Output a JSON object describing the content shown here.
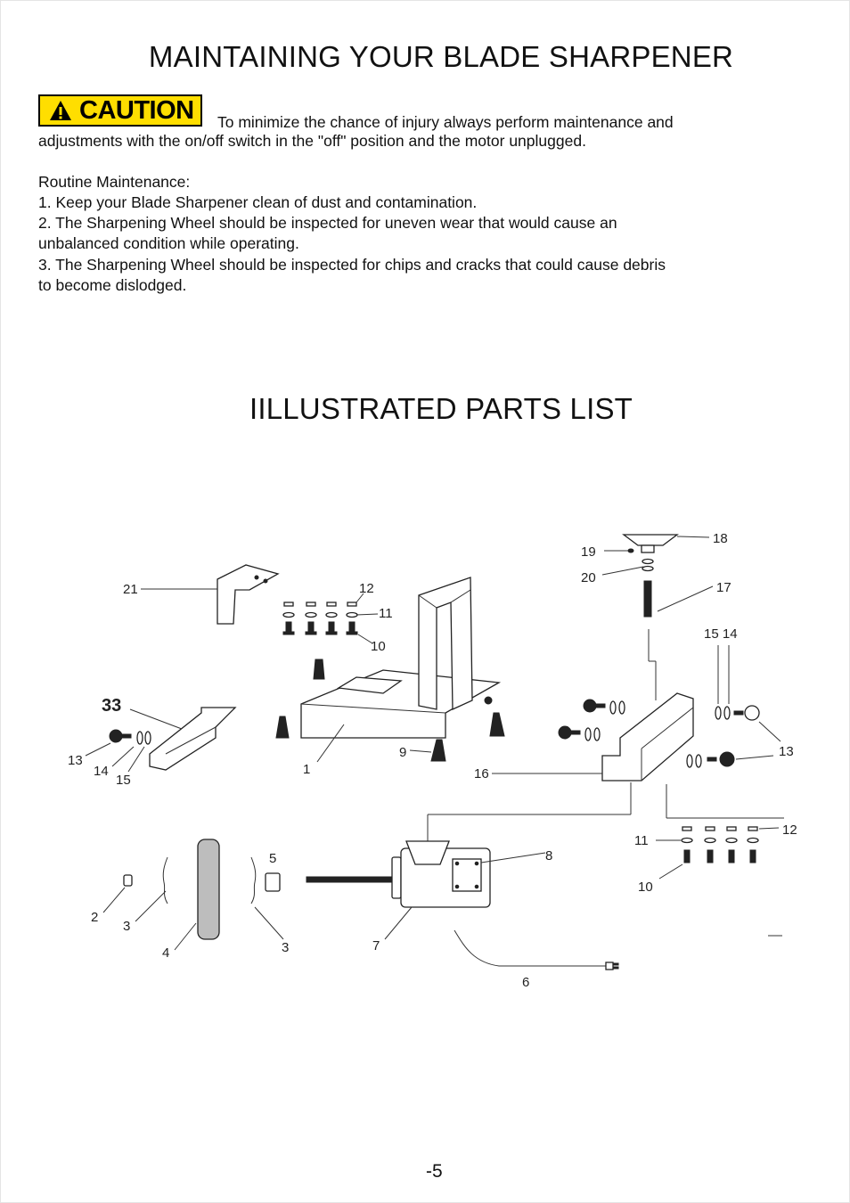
{
  "sections": {
    "maintenance_title": "MAINTAINING YOUR BLADE SHARPENER",
    "parts_title": "IILLUSTRATED PARTS LIST"
  },
  "caution": {
    "badge_label": "CAUTION",
    "line1": "To minimize the  chance of injury always perform maintenance and",
    "line2": "adjustments with the  on/off switch in the  \"off\"  position and  the  motor  unplugged."
  },
  "routine_maintenance": {
    "heading": "Routine Maintenance:",
    "item1": "1. Keep your  Blade Sharpener  clean  of  dust  and  contamination.",
    "item2_line1": "2. The Sharpening Wheel should be inspected for  uneven wear  that  would cause an",
    "item2_line2": "unbalanced condition while  operating.",
    "item3_line1": "3. The Sharpening Wheel should be inspected for  chips  and  cracks  that  could cause debris",
    "item3_line2": "to become  dislodged."
  },
  "parts_labels": {
    "p1": "1",
    "p2": "2",
    "p3a": "3",
    "p3b": "3",
    "p4": "4",
    "p5": "5",
    "p6": "6",
    "p7": "7",
    "p8": "8",
    "p9": "9",
    "p10a": "10",
    "p10b": "10",
    "p11a": "11",
    "p11b": "11",
    "p12a": "12",
    "p12b": "12",
    "p13a": "13",
    "p13b": "13",
    "p14a": "14",
    "p1514": "15 14",
    "p15": "15",
    "p16": "16",
    "p17": "17",
    "p18": "18",
    "p19": "19",
    "p20": "20",
    "p21": "21",
    "p33": "33"
  },
  "footer": {
    "page_number": "-5"
  },
  "colors": {
    "caution_yellow": "#ffde00",
    "ink": "#111111"
  }
}
